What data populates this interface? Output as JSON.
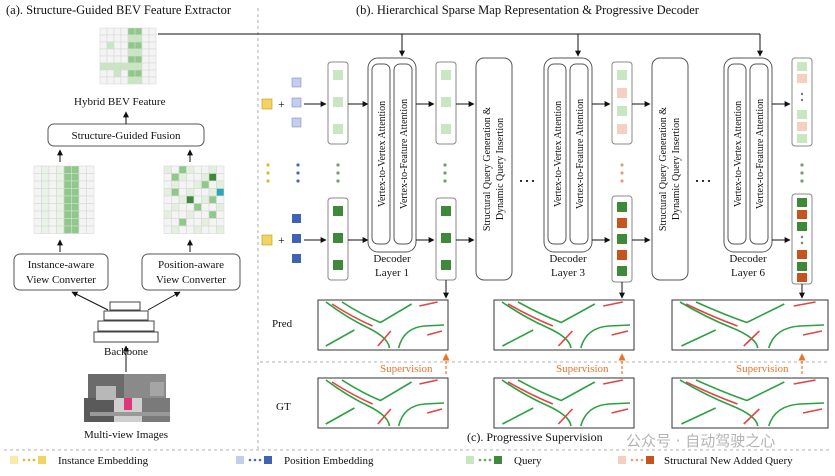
{
  "panel_a": {
    "title": "(a). Structure-Guided BEV Feature Extractor",
    "hybrid_label": "Hybrid BEV Feature",
    "fusion_label": "Structure-Guided Fusion",
    "instance_converter": [
      "Instance-aware",
      "View Converter"
    ],
    "position_converter": [
      "Position-aware",
      "View Converter"
    ],
    "backbone_label": "Backbone",
    "images_label": "Multi-view  Images"
  },
  "panel_b": {
    "title": "(b). Hierarchical Sparse Map Representation & Progressive Decoder",
    "attn_v2v": "Vertex-to-Vertex Attention",
    "attn_v2f": "Vertex-to-Feature Attention",
    "sqg_line1": "Structural Query Generation  &",
    "sqg_line2": "Dynamic Query Insertion",
    "layer_word": "Decoder",
    "layers": [
      "Layer 1",
      "Layer 3",
      "Layer 6"
    ],
    "ellipsis": "…",
    "plus": "+"
  },
  "panel_c": {
    "title": "(c). Progressive Supervision",
    "pred_label": "Pred",
    "gt_label": "GT",
    "supervision_label": "Supervision"
  },
  "legend": {
    "instance": "Instance Embedding",
    "position": "Position Embedding",
    "query": "Query",
    "structural": "Structural New Added Query"
  },
  "watermark": "公众号 · 自动驾驶之心",
  "colors": {
    "green_light": "#c8e6c0",
    "green_mid": "#8fc98a",
    "green_dark": "#3f8a3a",
    "yellow": "#f4d35e",
    "blue_light": "#c3cdee",
    "blue_dark": "#3f62b5",
    "orange_light": "#f6cfc0",
    "orange_dark": "#c5541f",
    "supervision": "#e8742c",
    "line_green": "#2ea043",
    "line_red": "#e14545"
  }
}
